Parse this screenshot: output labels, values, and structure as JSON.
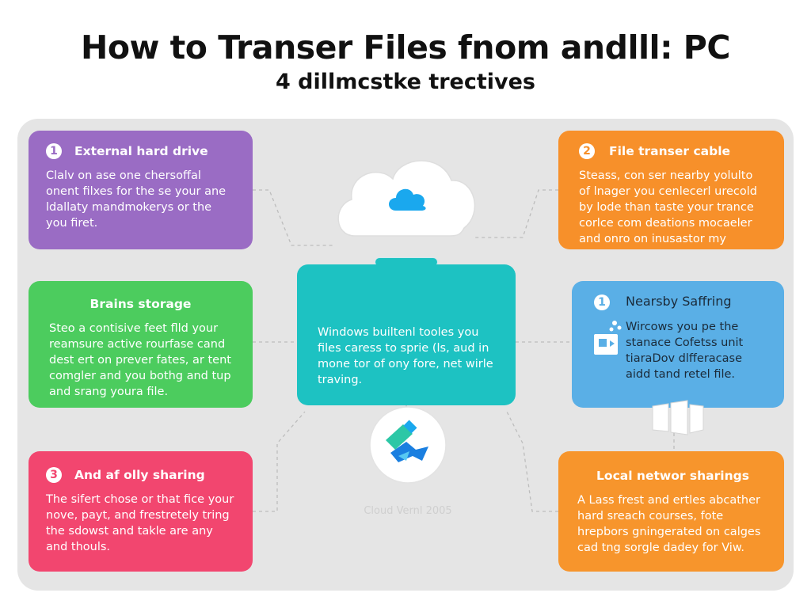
{
  "title": "How to Transer Files fnom andlll: PC",
  "subtitle": "4 dillmcstke trectives",
  "colors": {
    "purple": "#9a6cc4",
    "orange": "#f7902a",
    "green": "#4ccc5e",
    "blue": "#5aafe6",
    "pink": "#f2466f",
    "teal": "#1dc2c2",
    "cloud_icon": "#1aa8ee",
    "panel_bg": "#e5e5e5"
  },
  "cards": {
    "external_hard_drive": {
      "number": "1",
      "title": "External hard drive",
      "text": "Clalv on ase one chersoffal onent filxes for the se your ane ldallaty mandmokerys or the you firet."
    },
    "file_transfer_cable": {
      "number": "2",
      "title": "File transer cable",
      "text": "Steass, con ser nearby yolulto of lnager you cenlecerl urecold by lode than taste your trance corlce com deations mocaeler and onro on inusastor my fillless."
    },
    "brains_storage": {
      "title": "Brains storage",
      "text": "Steo a contisive feet flld your reamsure active rourfase cand dest ert on prever fates, ar tent comgler and you bothg and tup and srang youra file."
    },
    "nearby_sharing": {
      "number": "1",
      "title": "Nearsby Saffring",
      "text": "Wircows you pe the stanace Cofetss unit tiaraDov dlfferacase aidd tand retel file."
    },
    "cloud_sharing": {
      "number": "3",
      "title": "And af olly sharing",
      "text": "The sifert chose or that fice your nove, payt, and frestretely tring the sdowst and takle are any and thouls."
    },
    "local_network": {
      "title": "Local networ sharings",
      "text": "A Lass frest and ertles abcather hard sreach courses, fote hrepbors gningerated on calges cad tng sorgle dadey for Viw."
    }
  },
  "center": {
    "text": "Windows builtenl tooles you files caress to sprie (ls, aud in mone tor of ony fore, net wirle traving."
  },
  "ghost_text": "Cloud Vernl 2005",
  "icons": {
    "cloud": "cloud-icon",
    "windows_window": "window-icon",
    "usb_transfer": "usb-transfer-icon",
    "nearby_share": "nearby-share-icon",
    "windows_logo": "windows-logo-icon"
  }
}
